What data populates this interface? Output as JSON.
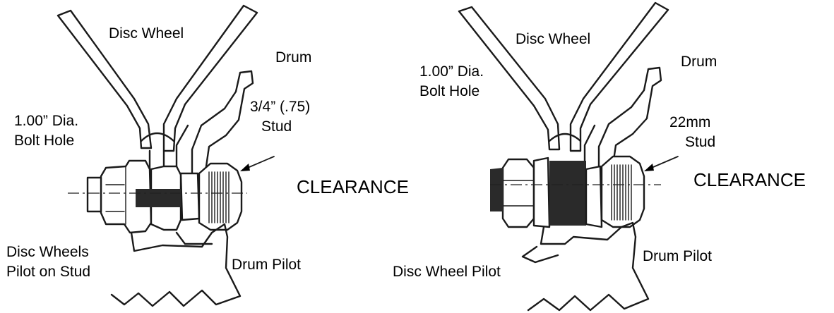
{
  "left": {
    "disc_wheel": "Disc Wheel",
    "drum": "Drum",
    "bolt_hole_line1": "1.00” Dia.",
    "bolt_hole_line2": "Bolt Hole",
    "stud_line1": "3/4” (.75)",
    "stud_line2": "Stud",
    "clearance": "CLEARANCE",
    "pilot_line1": "Disc Wheels",
    "pilot_line2": "Pilot on Stud",
    "drum_pilot": "Drum Pilot"
  },
  "right": {
    "disc_wheel": "Disc Wheel",
    "drum": "Drum",
    "bolt_hole_line1": "1.00” Dia.",
    "bolt_hole_line2": "Bolt Hole",
    "stud_line1": "22mm",
    "stud_line2": "Stud",
    "clearance": "CLEARANCE",
    "pilot": "Disc Wheel Pilot",
    "drum_pilot": "Drum Pilot"
  }
}
